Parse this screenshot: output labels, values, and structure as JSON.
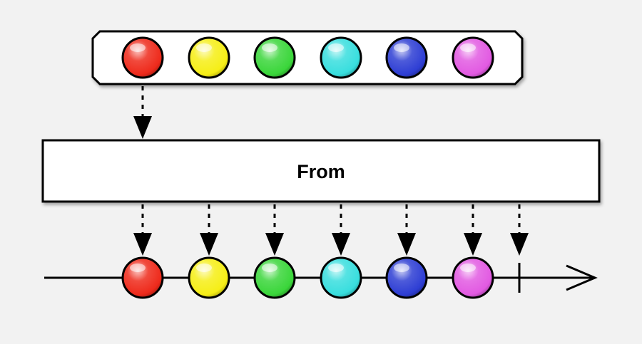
{
  "operator": {
    "label": "From"
  },
  "input_items": [
    {
      "color": "red"
    },
    {
      "color": "yellow"
    },
    {
      "color": "green"
    },
    {
      "color": "cyan"
    },
    {
      "color": "blue"
    },
    {
      "color": "magenta"
    }
  ],
  "output_items": [
    {
      "color": "red"
    },
    {
      "color": "yellow"
    },
    {
      "color": "green"
    },
    {
      "color": "cyan"
    },
    {
      "color": "blue"
    },
    {
      "color": "magenta"
    }
  ],
  "output_completes": true,
  "palette": {
    "red": "#ee2a1b",
    "yellow": "#f6ee16",
    "green": "#3ad63a",
    "cyan": "#38dede",
    "blue": "#2e3ed4",
    "magenta": "#e25ae2",
    "background": "#f2f2f2",
    "stroke": "#000000"
  }
}
